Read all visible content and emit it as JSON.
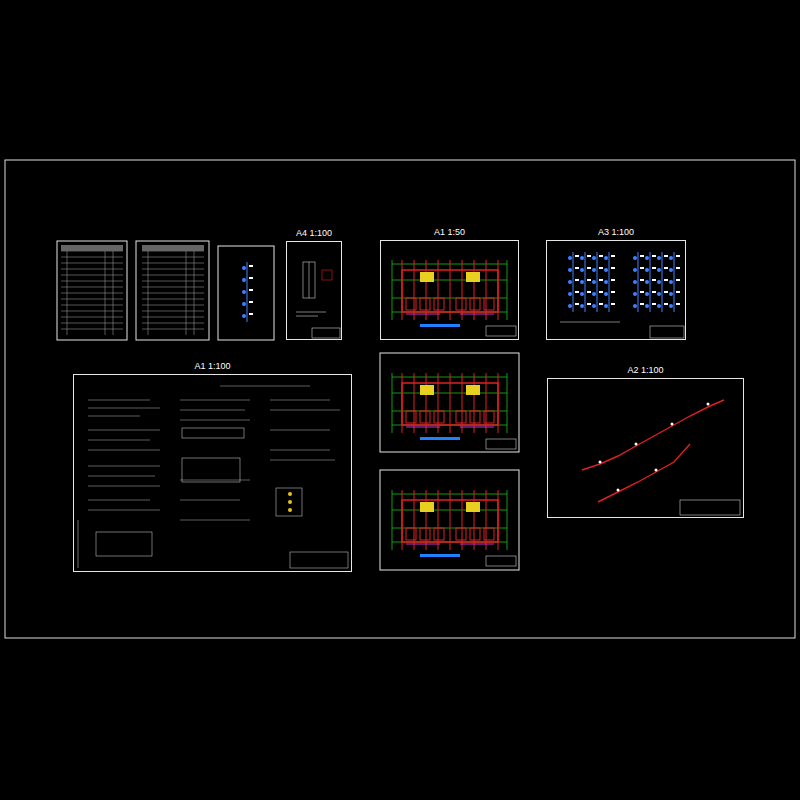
{
  "diagram": {
    "nodes": [
      {
        "text": [
          "A4 1:100"
        ]
      },
      {
        "text": [
          "A1 1:50"
        ]
      },
      {
        "text": [
          "A3 1:100"
        ]
      },
      {
        "text": [
          "A1 1:100"
        ]
      },
      {
        "text": [
          "A2 1:100"
        ]
      }
    ]
  }
}
